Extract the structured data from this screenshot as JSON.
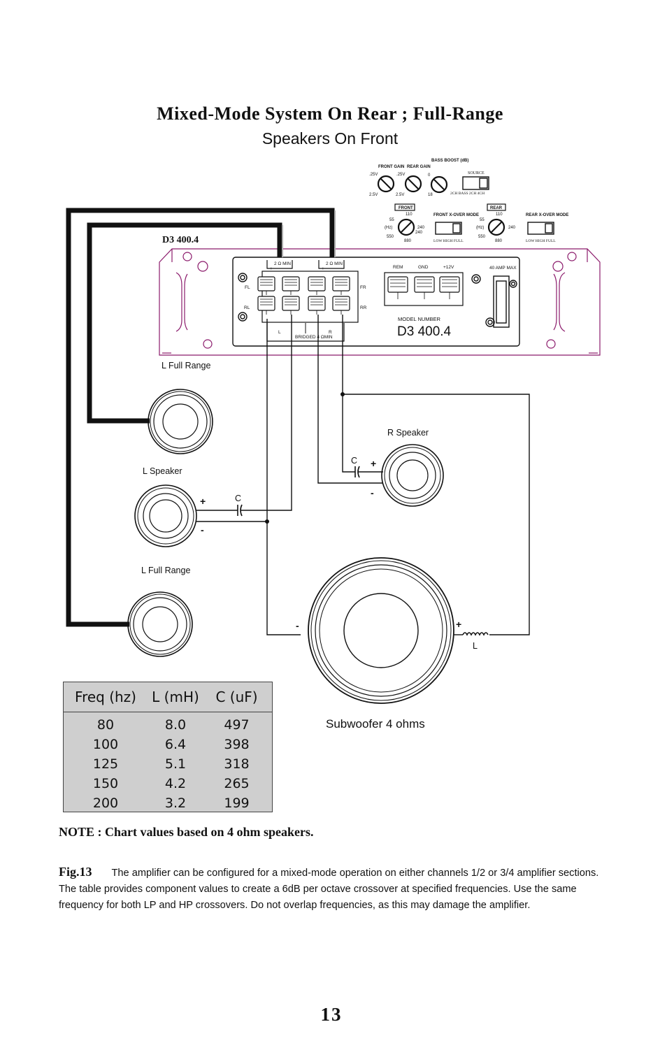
{
  "title_line1": "Mixed-Mode System On Rear ; Full-Range",
  "title_line2": "Speakers On Front",
  "amp": {
    "label": "D3 400.4",
    "model_number_label": "MODEL NUMBER",
    "model_number": "D3 400.4",
    "front_gain": "FRONT GAIN",
    "rear_gain": "REAR GAIN",
    "bass_boost": "BASS BOOST (dB)",
    "source": "SOURCE",
    "source_options": "2CH BASS  2CH  4CH",
    "front_tab": "FRONT",
    "rear_tab": "REAR",
    "front_xover": "FRONT X-OVER MODE",
    "rear_xover": "REAR X-OVER MODE",
    "xover_options": "LOW HIGH  FULL",
    "gain_min": ".25V",
    "gain_max": "2.5V",
    "boost_min": "0",
    "boost_max": "18",
    "freq_55": "55",
    "freq_110": "110",
    "freq_240": "240",
    "freq_550": "550",
    "freq_880": "880",
    "hz": "(Hz)",
    "min_2ohm": "2 Ω MIN",
    "bridged": "BRIDGED 4 ΩMIN",
    "fl": "FL",
    "rl": "RL",
    "fr": "FR",
    "rr": "RR",
    "l": "L",
    "r": "R",
    "rem": "REM",
    "gnd": "GND",
    "plus12": "+12V",
    "fuse": "40 AMP MAX",
    "plus": "+",
    "minus": "-"
  },
  "labels": {
    "l_full_range_top": "L Full Range",
    "l_speaker": "L Speaker",
    "l_full_range_bottom": "L Full Range",
    "r_speaker": "R Speaker",
    "cap": "C",
    "inductor": "L",
    "subwoofer": "Subwoofer 4 ohms",
    "plus": "+",
    "minus": "-"
  },
  "table": {
    "headers": [
      "Freq (hz)",
      "L (mH)",
      "C (uF)"
    ],
    "rows": [
      [
        "80",
        "8.0",
        "497"
      ],
      [
        "100",
        "6.4",
        "398"
      ],
      [
        "125",
        "5.1",
        "318"
      ],
      [
        "150",
        "4.2",
        "265"
      ],
      [
        "200",
        "3.2",
        "199"
      ]
    ]
  },
  "note": "NOTE : Chart values based on 4 ohm speakers.",
  "fig_label": "Fig.13",
  "fig_text": "The amplifier can be configured for a mixed-mode operation on either channels 1/2 or 3/4 amplifier sections. The table provides component values to create a 6dB per octave crossover at specified frequencies.  Use the same frequency for both LP and HP crossovers. Do not overlap frequencies,  as this may damage the amplifier.",
  "page_number": "13"
}
